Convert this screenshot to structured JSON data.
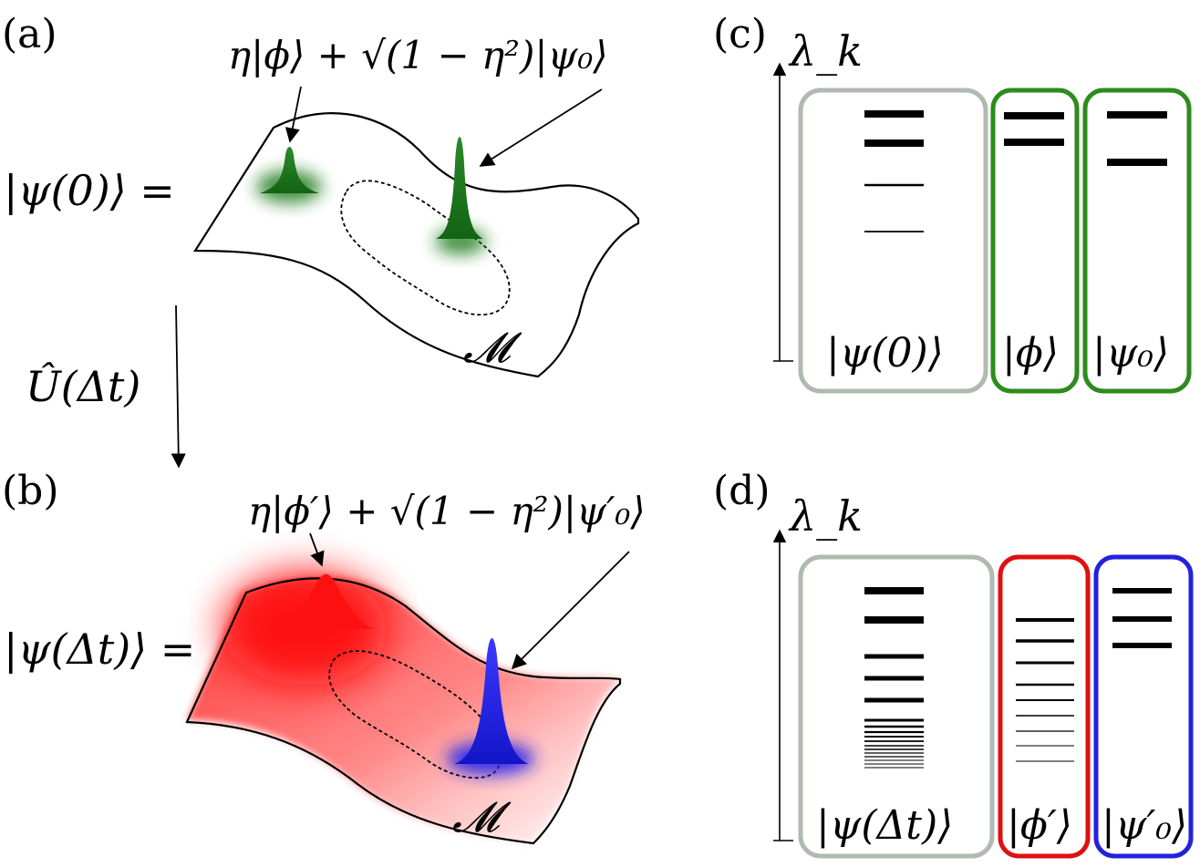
{
  "panels": {
    "a": {
      "label": "(a)",
      "lhs": "|ψ(0)⟩ =",
      "superposition": "η|ϕ⟩ + √(1 − η²)|ψ₀⟩",
      "manifold_label": "𝓜",
      "peak_color": "#1e7a1e"
    },
    "b": {
      "label": "(b)",
      "lhs": "|ψ(Δt)⟩ =",
      "superposition": "η|ϕ′⟩ + √(1 − η²)|ψ′₀⟩",
      "manifold_label": "𝓜",
      "spread_color": "#ff1010",
      "peak_color": "#2020ee"
    },
    "c": {
      "label": "(c)",
      "axis_label": "λ_k",
      "boxes": [
        {
          "name": "psi0-total",
          "caption": "|ψ(0)⟩",
          "color": "#b0bab0"
        },
        {
          "name": "phi",
          "caption": "|ϕ⟩",
          "color": "#2e8b1e"
        },
        {
          "name": "psi0",
          "caption": "|ψ₀⟩",
          "color": "#2e8b1e"
        }
      ]
    },
    "d": {
      "label": "(d)",
      "axis_label": "λ_k",
      "boxes": [
        {
          "name": "psi-dt-total",
          "caption": "|ψ(Δt)⟩",
          "color": "#b0bab0"
        },
        {
          "name": "phi-prime",
          "caption": "|ϕ′⟩",
          "color": "#dd1111"
        },
        {
          "name": "psi0-prime",
          "caption": "|ψ′₀⟩",
          "color": "#2222dd"
        }
      ]
    },
    "evolution_operator": "Û(Δt)"
  }
}
